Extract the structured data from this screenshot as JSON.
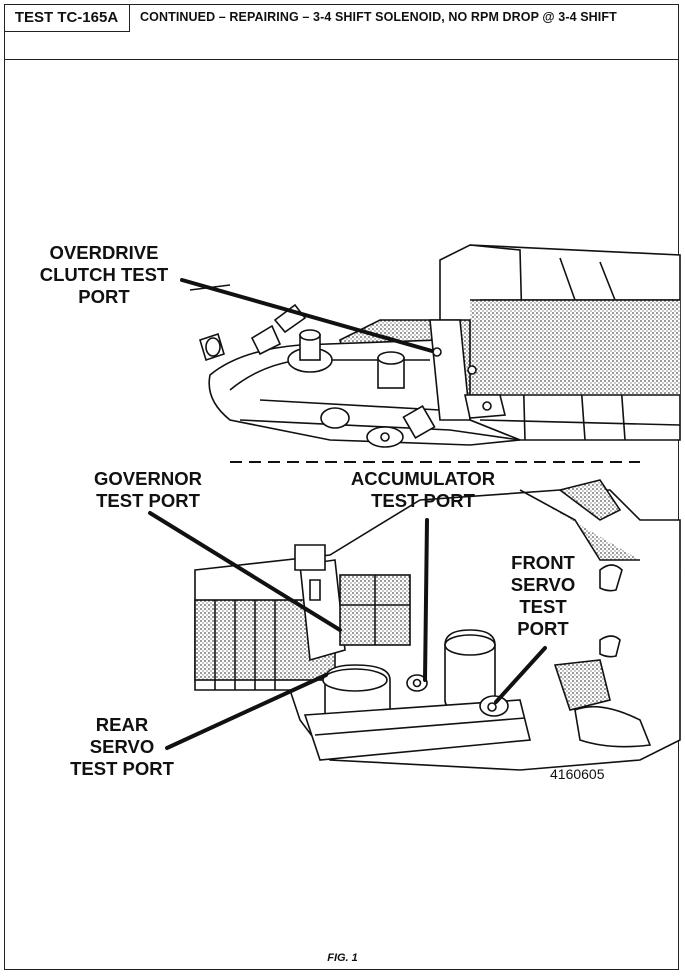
{
  "header": {
    "test_id": "TEST TC-165A",
    "title": "CONTINUED – REPAIRING – 3-4 SHIFT SOLENOID, NO RPM DROP @ 3-4 SHIFT"
  },
  "labels": {
    "overdrive": [
      "OVERDRIVE",
      "CLUTCH TEST",
      "PORT"
    ],
    "governor": [
      "GOVERNOR",
      "TEST PORT"
    ],
    "accumulator": [
      "ACCUMULATOR",
      "TEST PORT"
    ],
    "front_servo": [
      "FRONT",
      "SERVO",
      "TEST",
      "PORT"
    ],
    "rear_servo": [
      "REAR",
      "SERVO",
      "TEST PORT"
    ]
  },
  "part_number": "4160605",
  "figure_caption": "FIG. 1"
}
